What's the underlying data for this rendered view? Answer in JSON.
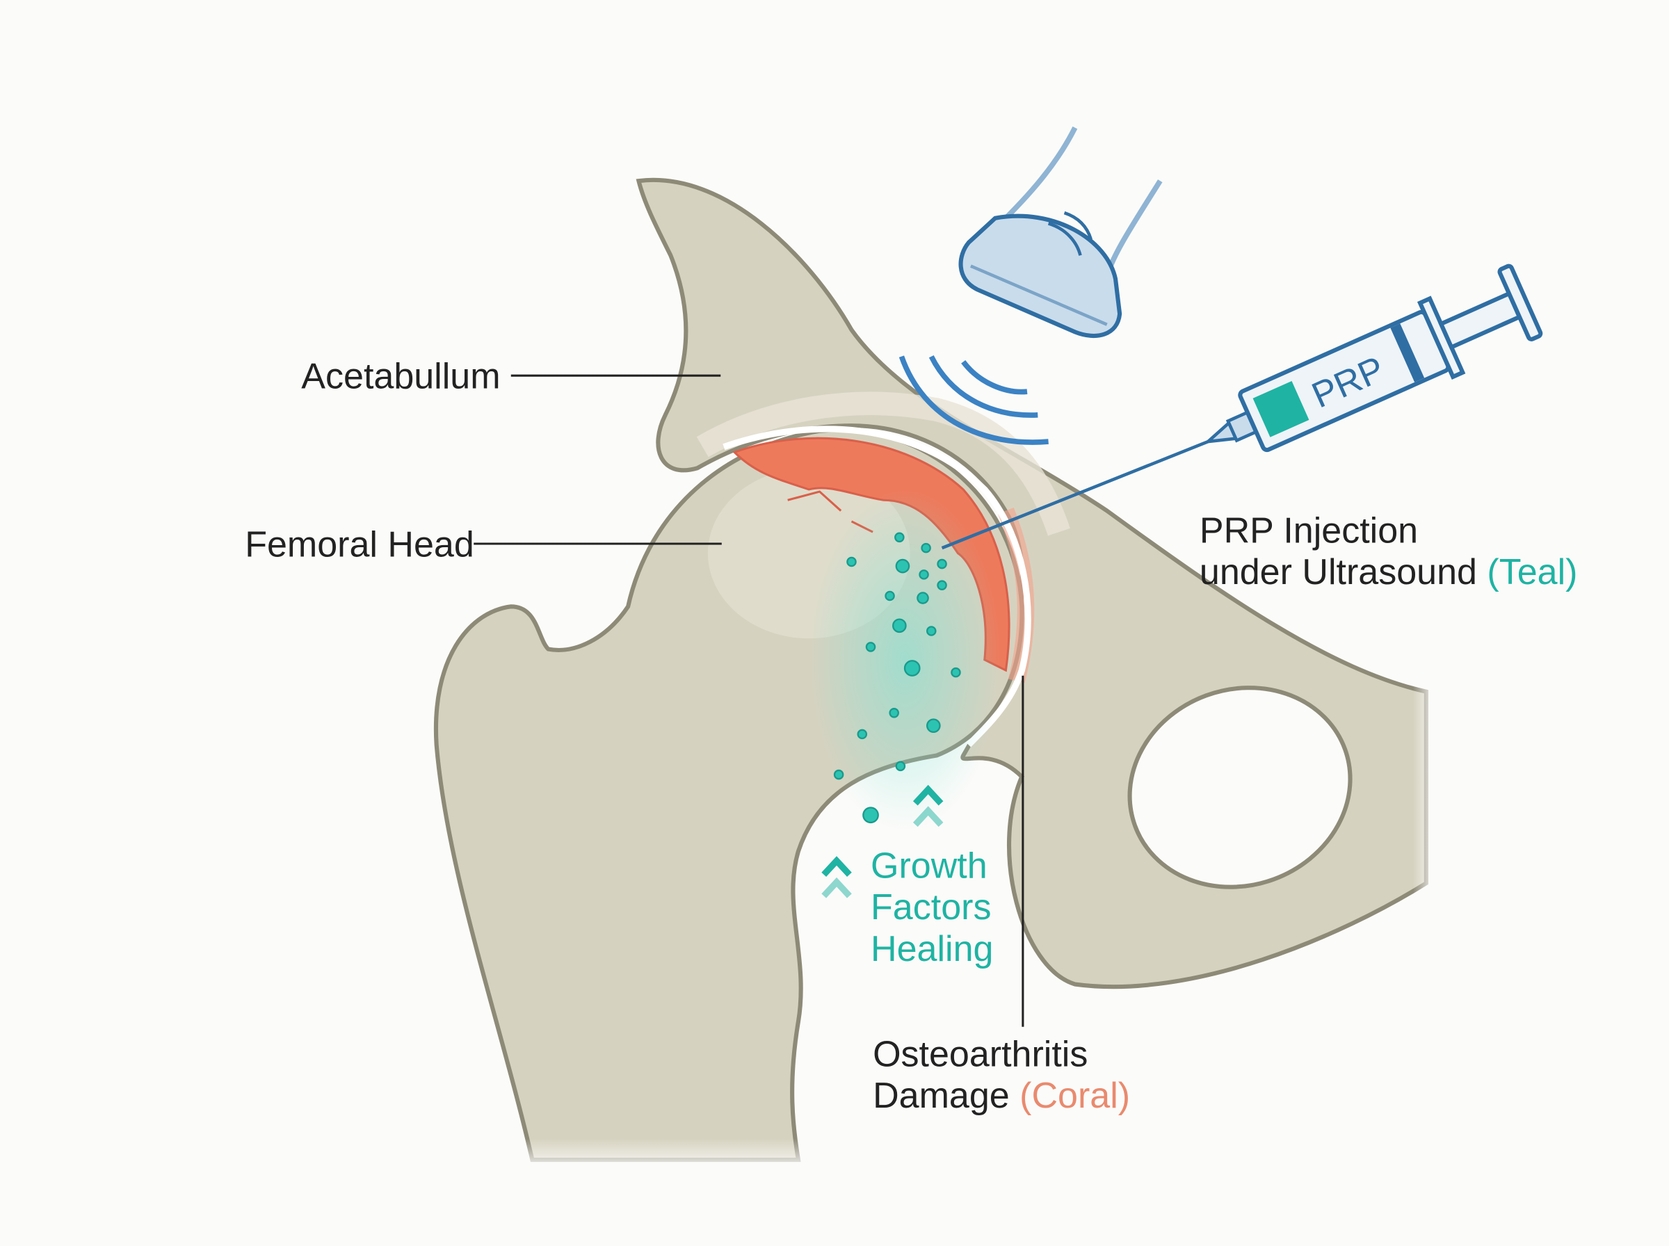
{
  "labels": {
    "acetabulum": "Acetabullum",
    "femoral_head": "Femoral Head",
    "prp_line1": "PRP Injection",
    "prp_line2": "under Ultrasound",
    "prp_color_note": "(Teal)",
    "growth_line1": "Growth",
    "growth_line2": "Factors",
    "growth_line3": "Healing",
    "oa_line1": "Osteoarthritis",
    "oa_line2": "Damage",
    "oa_color_note": "(Coral)",
    "syringe_text": "PRP"
  },
  "colors": {
    "bone": "#d6d2c0",
    "bone_outline": "#8e8a78",
    "cartilage_damage": "#ee7a5c",
    "prp_teal": "#1fb3a3",
    "probe_blue": "#2f6ea3"
  },
  "icons": [
    "ultrasound-probe-icon",
    "syringe-icon",
    "chevron-up-icon"
  ]
}
